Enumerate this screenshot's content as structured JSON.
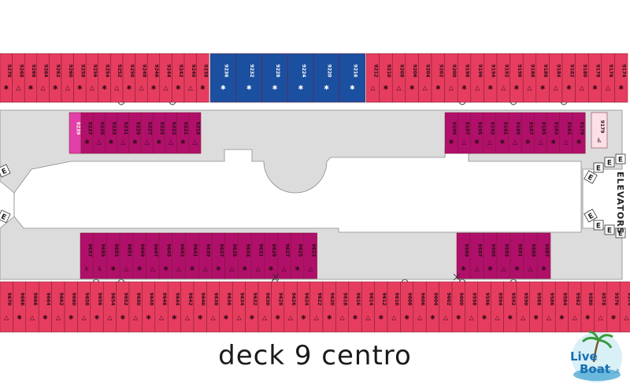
{
  "colors": {
    "outside_cabin": "#e63d5e",
    "suite_cabin": "#1b4fa0",
    "interior_cabin": "#b0106a",
    "special_cabin": "#e33fa8",
    "accessible_cabin": "#fbe0e6",
    "corridor": "#dcdcdc",
    "outline": "#8a8a8a"
  },
  "top_row_left": [
    {
      "num": "9270",
      "sym": "✱"
    },
    {
      "num": "9268",
      "sym": "△"
    },
    {
      "num": "9266",
      "sym": "✱"
    },
    {
      "num": "9264",
      "sym": "△"
    },
    {
      "num": "9262",
      "sym": "✱"
    },
    {
      "num": "9260",
      "sym": "△"
    },
    {
      "num": "9258",
      "sym": "✱"
    },
    {
      "num": "9256",
      "sym": "△"
    },
    {
      "num": "9254",
      "sym": "✱"
    },
    {
      "num": "9252",
      "sym": "△"
    },
    {
      "num": "9250",
      "sym": "✱"
    },
    {
      "num": "9248",
      "sym": "△"
    },
    {
      "num": "9246",
      "sym": "✱"
    },
    {
      "num": "9244",
      "sym": "△"
    },
    {
      "num": "9242",
      "sym": "✱"
    },
    {
      "num": "9240",
      "sym": "△"
    },
    {
      "num": "9238",
      "sym": "✱"
    }
  ],
  "top_suites": [
    {
      "num": "9236",
      "sym": "✱"
    },
    {
      "num": "9232",
      "sym": "✱"
    },
    {
      "num": "9228",
      "sym": "✱"
    },
    {
      "num": "9224",
      "sym": "✱"
    },
    {
      "num": "9220",
      "sym": "✱"
    },
    {
      "num": "9216",
      "sym": "✱"
    }
  ],
  "top_row_right": [
    {
      "num": "9212",
      "sym": "△"
    },
    {
      "num": "9210",
      "sym": "✱"
    },
    {
      "num": "9208",
      "sym": "△"
    },
    {
      "num": "9206",
      "sym": "✱"
    },
    {
      "num": "9204",
      "sym": "△"
    },
    {
      "num": "9202",
      "sym": "✱"
    },
    {
      "num": "9200",
      "sym": "△"
    },
    {
      "num": "9198",
      "sym": "✱"
    },
    {
      "num": "9196",
      "sym": "△"
    },
    {
      "num": "9194",
      "sym": "✱"
    },
    {
      "num": "9192",
      "sym": "△"
    },
    {
      "num": "9190",
      "sym": "✱"
    },
    {
      "num": "9188",
      "sym": "△"
    },
    {
      "num": "9186",
      "sym": "✱"
    },
    {
      "num": "9184",
      "sym": "△"
    },
    {
      "num": "9182",
      "sym": "✱"
    },
    {
      "num": "9180",
      "sym": "△"
    },
    {
      "num": "9178",
      "sym": "✱"
    },
    {
      "num": "9176",
      "sym": "△"
    },
    {
      "num": "9174",
      "sym": "✱"
    }
  ],
  "inner_top_left_special": [
    {
      "num": "9239",
      "sym": ""
    }
  ],
  "inner_top_left": [
    {
      "num": "9237",
      "sym": "✱"
    },
    {
      "num": "9235",
      "sym": "△"
    },
    {
      "num": "9233",
      "sym": "✱"
    },
    {
      "num": "9231",
      "sym": "△"
    },
    {
      "num": "9229",
      "sym": "✱"
    },
    {
      "num": "9227",
      "sym": "△"
    },
    {
      "num": "9225",
      "sym": "✱"
    },
    {
      "num": "9223",
      "sym": "△"
    },
    {
      "num": "9221",
      "sym": "✱"
    },
    {
      "num": "9219",
      "sym": "△"
    }
  ],
  "inner_top_right": [
    {
      "num": "9199",
      "sym": "✱"
    },
    {
      "num": "9197",
      "sym": "△"
    },
    {
      "num": "9195",
      "sym": "✱"
    },
    {
      "num": "9193",
      "sym": "△"
    },
    {
      "num": "9191",
      "sym": "✱"
    },
    {
      "num": "9189",
      "sym": "△"
    },
    {
      "num": "9187",
      "sym": "✱"
    },
    {
      "num": "9185",
      "sym": "△"
    },
    {
      "num": "9183",
      "sym": "✱"
    },
    {
      "num": "9181",
      "sym": "△"
    },
    {
      "num": "9179",
      "sym": "✱"
    },
    {
      "num": "9177",
      "sym": "△"
    }
  ],
  "inner_top_right_accessible": [
    {
      "num": "9179",
      "sym": "♿"
    }
  ],
  "inner_bottom_left": [
    {
      "num": "9657",
      "sym": "♿"
    },
    {
      "num": "9655",
      "sym": "♿"
    },
    {
      "num": "9653",
      "sym": "✱"
    },
    {
      "num": "9651",
      "sym": "△"
    },
    {
      "num": "9649",
      "sym": "✱"
    },
    {
      "num": "9647",
      "sym": "△"
    },
    {
      "num": "9645",
      "sym": "✱"
    },
    {
      "num": "9643",
      "sym": "△"
    },
    {
      "num": "9641",
      "sym": "✱"
    },
    {
      "num": "9639",
      "sym": "△"
    },
    {
      "num": "9637",
      "sym": "✱"
    },
    {
      "num": "9635",
      "sym": "△"
    },
    {
      "num": "9633",
      "sym": "✱"
    },
    {
      "num": "9631",
      "sym": "△"
    },
    {
      "num": "9629",
      "sym": "✱"
    },
    {
      "num": "9627",
      "sym": "△"
    },
    {
      "num": "9625",
      "sym": "✱"
    },
    {
      "num": "9623",
      "sym": "△"
    }
  ],
  "inner_bottom_right": [
    {
      "num": "9599",
      "sym": "✱"
    },
    {
      "num": "9597",
      "sym": "△"
    },
    {
      "num": "9595",
      "sym": "✱"
    },
    {
      "num": "9593",
      "sym": "△"
    },
    {
      "num": "9591",
      "sym": "✱"
    },
    {
      "num": "9589",
      "sym": "△"
    },
    {
      "num": "9587",
      "sym": "✱"
    }
  ],
  "bottom_row": [
    {
      "num": "9670",
      "sym": "△"
    },
    {
      "num": "9668",
      "sym": "✱"
    },
    {
      "num": "9666",
      "sym": "△"
    },
    {
      "num": "9664",
      "sym": "✱"
    },
    {
      "num": "9662",
      "sym": "△"
    },
    {
      "num": "9660",
      "sym": "✱"
    },
    {
      "num": "9658",
      "sym": "△"
    },
    {
      "num": "9656",
      "sym": "✱"
    },
    {
      "num": "9654",
      "sym": "△"
    },
    {
      "num": "9652",
      "sym": "✱"
    },
    {
      "num": "9650",
      "sym": "△"
    },
    {
      "num": "9648",
      "sym": "✱"
    },
    {
      "num": "9646",
      "sym": "△"
    },
    {
      "num": "9644",
      "sym": "✱"
    },
    {
      "num": "9642",
      "sym": "△"
    },
    {
      "num": "9640",
      "sym": "✱"
    },
    {
      "num": "9638",
      "sym": "△"
    },
    {
      "num": "9636",
      "sym": "✱"
    },
    {
      "num": "9634",
      "sym": "△"
    },
    {
      "num": "9632",
      "sym": "✱"
    },
    {
      "num": "9630",
      "sym": "△"
    },
    {
      "num": "9628",
      "sym": "✱"
    },
    {
      "num": "9626",
      "sym": "△"
    },
    {
      "num": "9624",
      "sym": "✱"
    },
    {
      "num": "9622",
      "sym": "△"
    },
    {
      "num": "9620",
      "sym": "✱"
    },
    {
      "num": "9618",
      "sym": "△"
    },
    {
      "num": "9616",
      "sym": "✱"
    },
    {
      "num": "9614",
      "sym": "△"
    },
    {
      "num": "9612",
      "sym": "✱"
    },
    {
      "num": "9610",
      "sym": "△"
    },
    {
      "num": "9608",
      "sym": "✱"
    },
    {
      "num": "9606",
      "sym": "△"
    },
    {
      "num": "9604",
      "sym": "✱"
    },
    {
      "num": "9602",
      "sym": "△"
    },
    {
      "num": "9600",
      "sym": "✱"
    },
    {
      "num": "9598",
      "sym": "△"
    },
    {
      "num": "9596",
      "sym": "✱"
    },
    {
      "num": "9594",
      "sym": "△"
    },
    {
      "num": "9592",
      "sym": "✱"
    },
    {
      "num": "9590",
      "sym": "△"
    },
    {
      "num": "9588",
      "sym": "✱"
    },
    {
      "num": "9586",
      "sym": "△"
    },
    {
      "num": "9584",
      "sym": "✱"
    },
    {
      "num": "9582",
      "sym": "△"
    },
    {
      "num": "9580",
      "sym": "✱"
    },
    {
      "num": "9578",
      "sym": "△"
    },
    {
      "num": "9576",
      "sym": "✱"
    },
    {
      "num": "9574",
      "sym": "△"
    }
  ],
  "elevator_label": "ELEVATORS",
  "elevator_letter": "E",
  "title": "deck 9 centro",
  "logo": {
    "line1": "Live",
    "line2": "Boat",
    "suffix": ".it",
    "icon": "palm-tree-icon"
  }
}
